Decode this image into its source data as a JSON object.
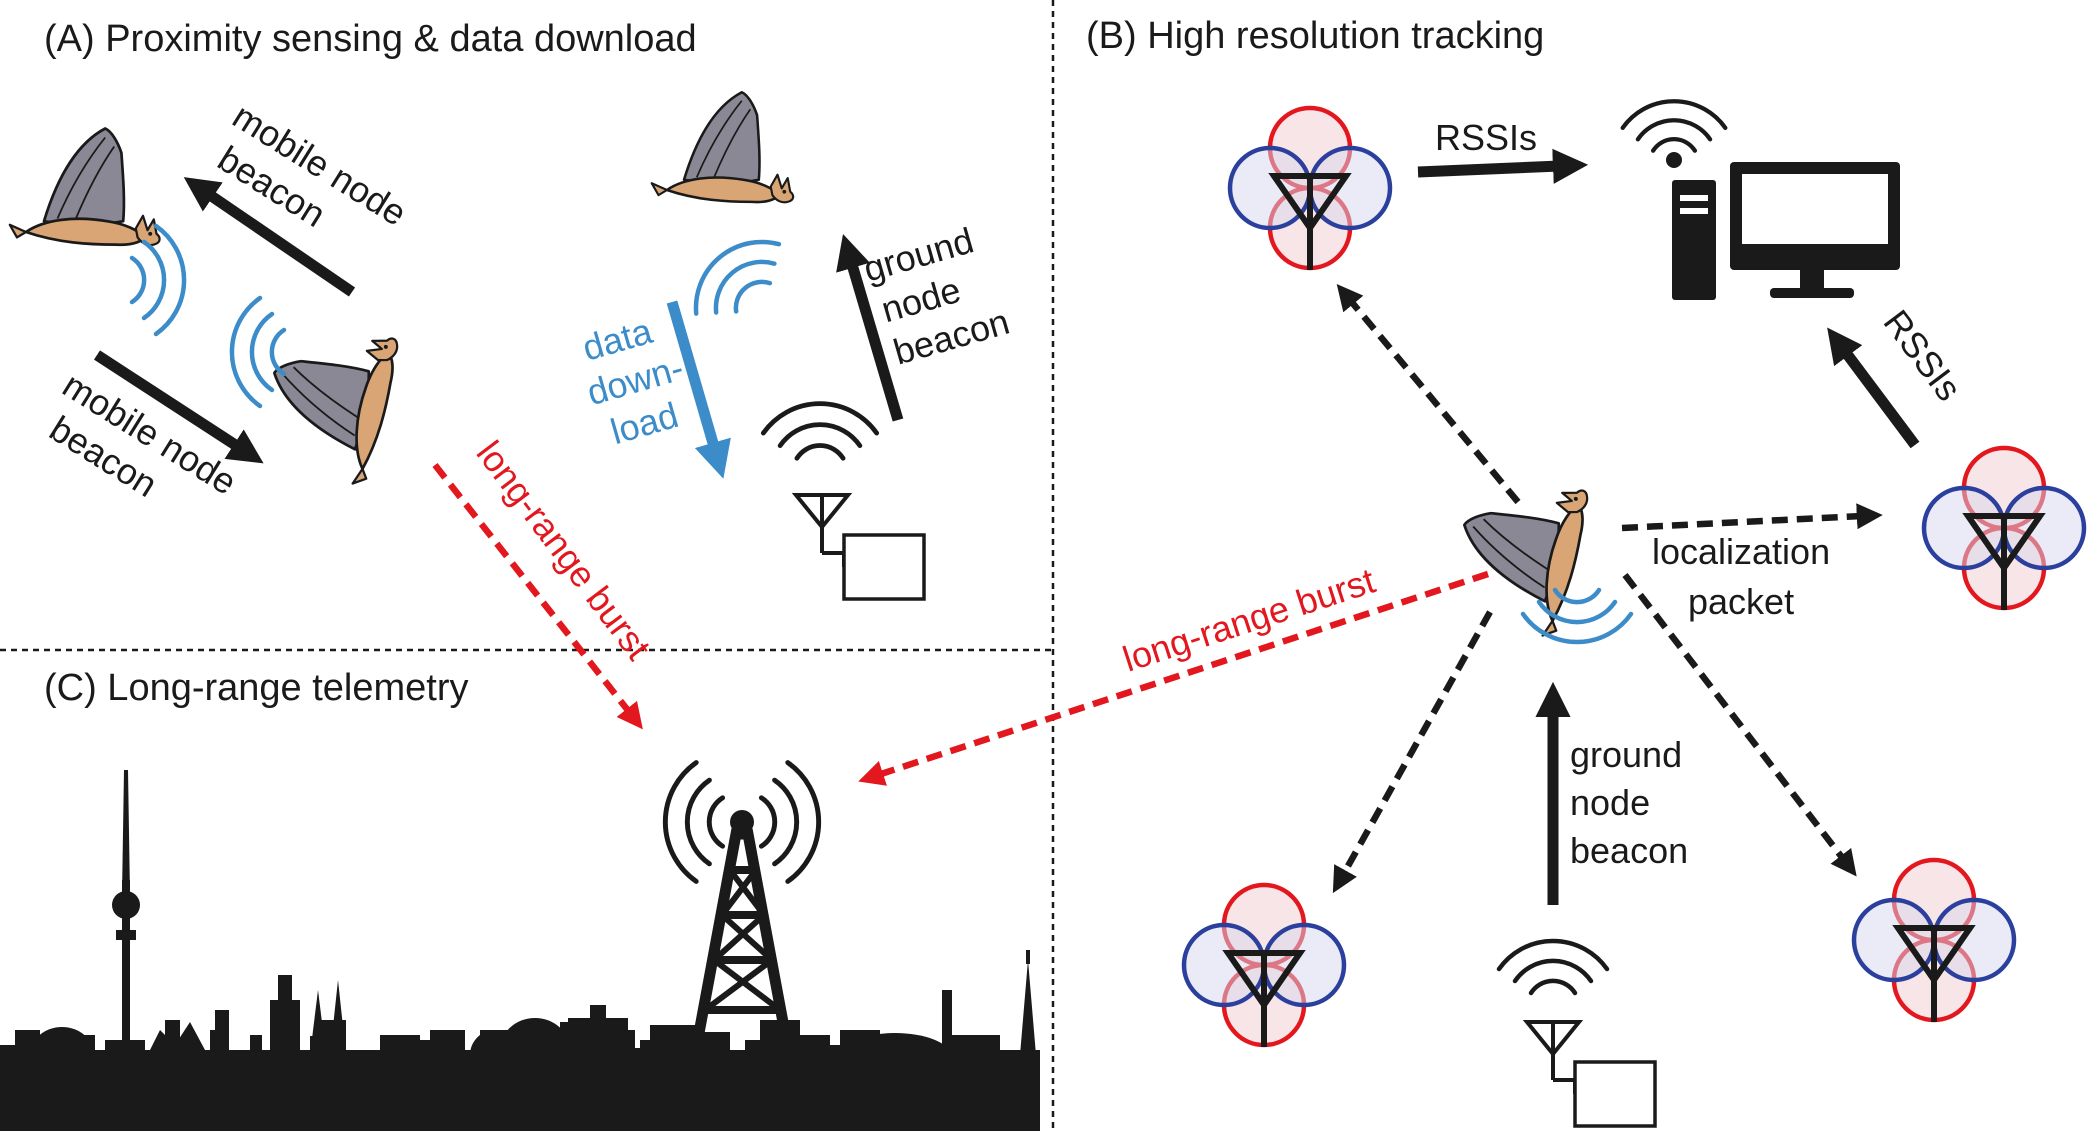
{
  "panels": {
    "a_title": "(A) Proximity sensing & data download",
    "b_title": "(B) High resolution tracking",
    "c_title": "(C) Long-range telemetry"
  },
  "labels": {
    "mobile_beacon_top_1": "mobile node",
    "mobile_beacon_top_2": "beacon",
    "mobile_beacon_bottom_1": "mobile node",
    "mobile_beacon_bottom_2": "beacon",
    "ground_beacon_a_1": "ground",
    "ground_beacon_a_2": "node",
    "ground_beacon_a_3": "beacon",
    "data_download_1": "data",
    "data_download_2": "down-",
    "data_download_3": "load",
    "long_range_a": "long-range burst",
    "long_range_b": "long-range burst",
    "rssi_top": "RSSIs",
    "rssi_right": "RSSIs",
    "localization_1": "localization",
    "localization_2": "packet",
    "ground_beacon_b_1": "ground",
    "ground_beacon_b_2": "node",
    "ground_beacon_b_3": "beacon"
  },
  "colors": {
    "black": "#1a1a1a",
    "red": "#e3171e",
    "blue": "#3d8cca",
    "bat_fur": "#d9a574",
    "bat_wing": "#8a8895",
    "node_red": "#e3171e",
    "node_blue": "#2b3f9c"
  },
  "icons": [
    "bat-icon",
    "wifi-waves-icon",
    "antenna-icon",
    "computer-icon",
    "cell-tower-icon",
    "tracking-node-icon",
    "skyline-silhouette"
  ]
}
